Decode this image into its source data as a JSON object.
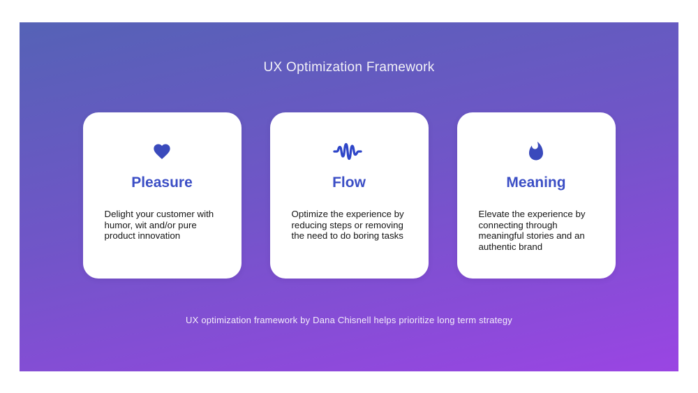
{
  "slide": {
    "title": "UX Optimization Framework",
    "caption": "UX optimization framework by Dana Chisnell helps prioritize long term strategy",
    "cards": [
      {
        "icon": "heart-icon",
        "title": "Pleasure",
        "description": "Delight your customer with humor, wit and/or pure product innovation"
      },
      {
        "icon": "waveform-icon",
        "title": "Flow",
        "description": "Optimize the experience by reducing steps or removing the need to do boring tasks"
      },
      {
        "icon": "flame-icon",
        "title": "Meaning",
        "description": "Elevate the experience by connecting through meaningful stories and an authentic brand"
      }
    ],
    "colors": {
      "gradient_top": "#5562b6",
      "gradient_bottom": "#9a45e3",
      "accent_blue": "#3b4ec5",
      "icon_blue": "#3a4abc",
      "card_background": "#ffffff",
      "body_text": "#141414",
      "light_text": "#ffffff"
    }
  }
}
